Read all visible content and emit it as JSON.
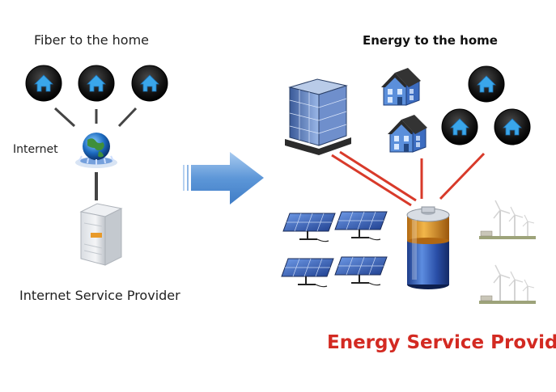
{
  "left_panel": {
    "title": "Fiber to the home",
    "internet_label": "Internet",
    "provider_label": "Internet Service Provider"
  },
  "right_panel": {
    "title": "Energy to the home",
    "provider_label": "Energy Service Provider"
  },
  "colors": {
    "home_badge": "#111111",
    "home_icon": "#2f9be0",
    "arrow": "#6aa2dc",
    "energy_link": "#d83a2a",
    "provider_text": "#d32a22"
  }
}
